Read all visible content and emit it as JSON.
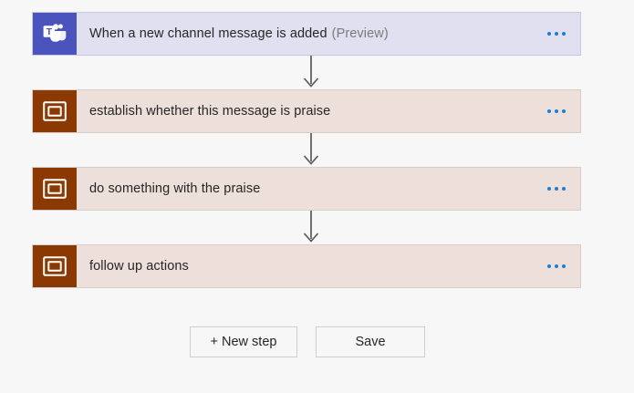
{
  "colors": {
    "page_background": "#f7f7f7",
    "trigger_card_background": "#e0e0f0",
    "action_card_background": "#eddfd9",
    "trigger_icon_background": "#4b53bc",
    "action_icon_background": "#8c3900",
    "menu_dot": "#1b7fd4",
    "connector": "#595959",
    "button_border": "#cfcfcf",
    "preview_text": "#7b7b7b"
  },
  "flow": {
    "steps": [
      {
        "id": "trigger",
        "kind": "trigger",
        "icon": "microsoft-teams-icon",
        "title": "When a new channel message is added",
        "suffix": "(Preview)",
        "menu": "more-options"
      },
      {
        "id": "action-1",
        "kind": "action",
        "icon": "control-scope-icon",
        "title": "establish whether this message is praise",
        "suffix": "",
        "menu": "more-options"
      },
      {
        "id": "action-2",
        "kind": "action",
        "icon": "control-scope-icon",
        "title": "do something with the praise",
        "suffix": "",
        "menu": "more-options"
      },
      {
        "id": "action-3",
        "kind": "action",
        "icon": "control-scope-icon",
        "title": "follow up actions",
        "suffix": "",
        "menu": "more-options"
      }
    ]
  },
  "buttons": {
    "new_step_label": "+ New step",
    "save_label": "Save"
  }
}
